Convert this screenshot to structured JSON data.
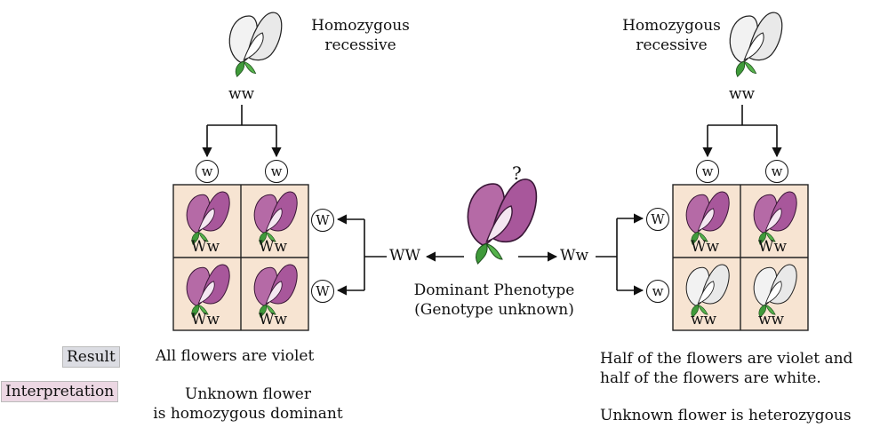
{
  "left_parent": {
    "phenotype_line1": "Homozygous",
    "phenotype_line2": "recessive",
    "genotype": "ww",
    "gametes": [
      "w",
      "w"
    ]
  },
  "right_parent": {
    "phenotype_line1": "Homozygous",
    "phenotype_line2": "recessive",
    "genotype": "ww",
    "gametes": [
      "w",
      "w"
    ]
  },
  "unknown": {
    "mark": "?",
    "label_line1": "Dominant Phenotype",
    "label_line2": "(Genotype unknown)",
    "left_genotype": "WW",
    "right_genotype": "Ww"
  },
  "left_cross": {
    "side_gametes": [
      "W",
      "W"
    ],
    "cells": [
      "Ww",
      "Ww",
      "Ww",
      "Ww"
    ],
    "result": "All flowers are violet",
    "interpretation_line1": "Unknown flower",
    "interpretation_line2": "is homozygous dominant"
  },
  "right_cross": {
    "side_gametes": [
      "W",
      "w"
    ],
    "cells": [
      "Ww",
      "Ww",
      "ww",
      "ww"
    ],
    "result_line1": "Half of the flowers are violet and",
    "result_line2": "half of the flowers are white.",
    "interpretation": "Unknown flower is heterozygous"
  },
  "tags": {
    "result": "Result",
    "interpretation": "Interpretation"
  },
  "colors": {
    "violet": "#b56aa6",
    "violet_dark": "#7d3d78",
    "white_flower": "#f1f1f1",
    "leaf": "#3f9a3a",
    "cell_bg": "#f7e4d2"
  }
}
